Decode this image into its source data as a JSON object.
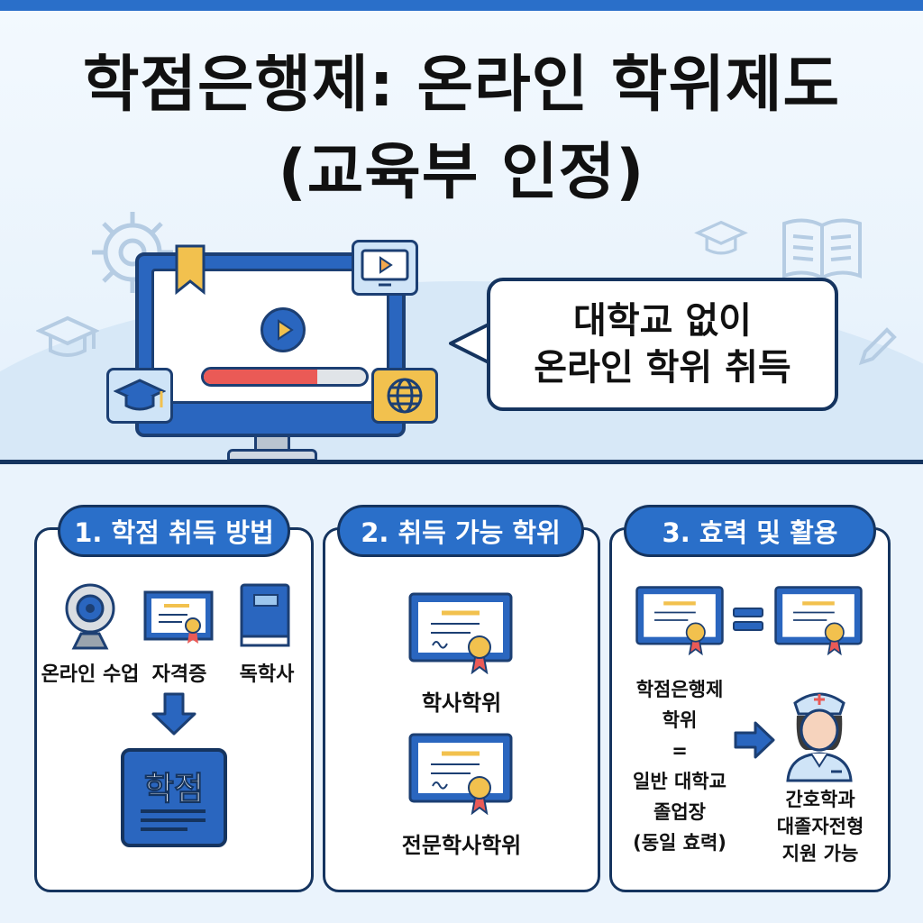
{
  "title": {
    "line1": "학점은행제: 온라인 학위제도",
    "line2": "(교육부 인정)"
  },
  "hero": {
    "bubble_line1": "대학교 없이",
    "bubble_line2": "온라인 학위 취득",
    "video_progress": 0.7,
    "icons": [
      "gear-icon",
      "graduation-cap-icon",
      "open-book-icon",
      "pencil-icon",
      "bookmark-icon",
      "video-player-icon",
      "globe-icon",
      "play-icon"
    ]
  },
  "panels": {
    "p1": {
      "heading": "1. 학점 취득 방법",
      "items": [
        "온라인 수업",
        "자격증",
        "독학사"
      ],
      "result": "학점"
    },
    "p2": {
      "heading": "2. 취득 가능 학위",
      "degrees": [
        "학사학위",
        "전문학사학위"
      ]
    },
    "p3": {
      "heading": "3. 효력 및 활용",
      "equiv_lines": [
        "학점은행제",
        "학위",
        "=",
        "일반 대학교",
        "졸업장",
        "(동일 효력)"
      ],
      "nurse_lines": [
        "간호학과",
        "대졸자전형",
        "지원 가능"
      ]
    }
  },
  "colors": {
    "primary": "#2a6fc9",
    "dark": "#15345f",
    "accent_red": "#ea5a56",
    "accent_yellow": "#f2c14e"
  }
}
